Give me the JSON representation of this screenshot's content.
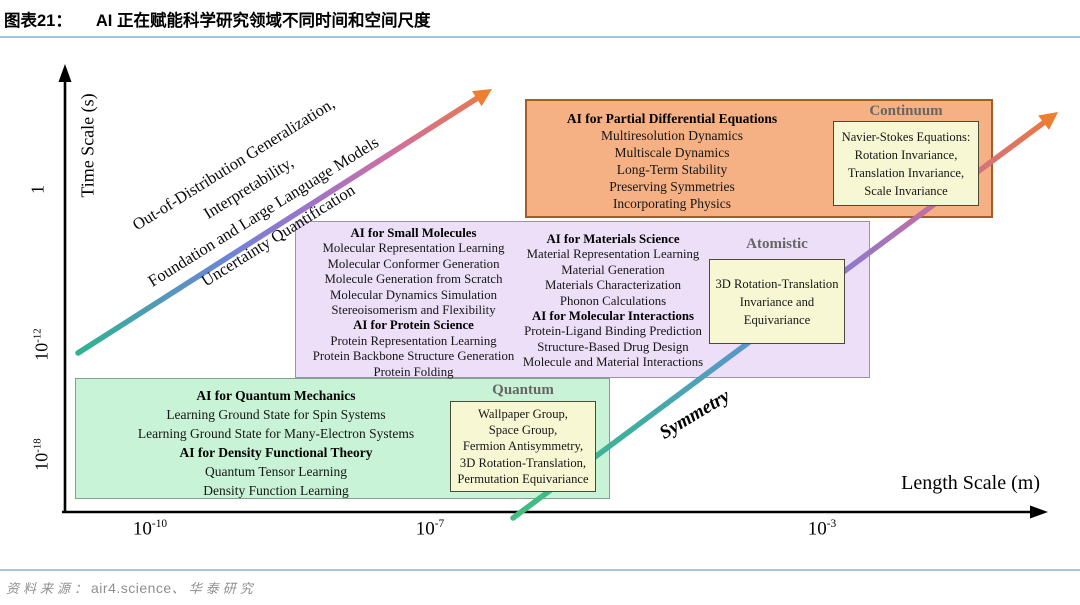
{
  "header": {
    "figure_label": "图表21：",
    "title": "AI 正在赋能科学研究领域不同时间和空间尺度"
  },
  "footer": {
    "source_label": "资料来源：",
    "source_site": "air4.science",
    "separator": "、",
    "source_org": "华泰研究"
  },
  "chart_data": {
    "type": "diagram",
    "title": "AI 正在赋能科学研究领域不同时间和空间尺度",
    "x_axis": {
      "label": "Length Scale (m)",
      "scale": "log",
      "ticks": [
        {
          "base": "10",
          "exp": "-10"
        },
        {
          "base": "10",
          "exp": "-7"
        },
        {
          "base": "10",
          "exp": "-3"
        }
      ]
    },
    "y_axis": {
      "label": "Time Scale (s)",
      "scale": "log",
      "ticks": [
        {
          "base": "1",
          "exp": ""
        },
        {
          "base": "10",
          "exp": "-12"
        },
        {
          "base": "10",
          "exp": "-18"
        }
      ]
    },
    "arrow_annotation_lines": [
      "Out-of-Distribution Generalization,",
      "Interpretability,",
      "Foundation and Large Language Models",
      "Uncertainty Quantification"
    ],
    "symmetry_arrow_label": "Symmetry",
    "zones": {
      "quantum": {
        "label": "Quantum",
        "groups": [
          {
            "heading": "AI for Quantum Mechanics",
            "items": [
              "Learning Ground State for Spin Systems",
              "Learning Ground State for Many-Electron Systems"
            ]
          },
          {
            "heading": "AI for Density Functional Theory",
            "items": [
              "Quantum Tensor Learning",
              "Density Function Learning"
            ]
          }
        ],
        "symmetry_items": [
          "Wallpaper Group,",
          "Space Group,",
          "Fermion Antisymmetry,",
          "3D Rotation-Translation,",
          "Permutation Equivariance"
        ]
      },
      "atomistic": {
        "label": "Atomistic",
        "column1": [
          {
            "heading": "AI for Small Molecules",
            "items": [
              "Molecular Representation Learning",
              "Molecular Conformer Generation",
              "Molecule Generation from Scratch",
              "Molecular Dynamics Simulation",
              "Stereoisomerism and Flexibility"
            ]
          },
          {
            "heading": "AI for Protein Science",
            "items": [
              "Protein Representation Learning",
              "Protein Backbone Structure Generation",
              "Protein Folding"
            ]
          }
        ],
        "column2": [
          {
            "heading": "AI for Materials Science",
            "items": [
              "Material Representation Learning",
              "Material Generation",
              "Materials Characterization",
              "Phonon Calculations"
            ]
          },
          {
            "heading": "AI for Molecular Interactions",
            "items": [
              "Protein-Ligand Binding Prediction",
              "Structure-Based Drug Design",
              "Molecule and Material Interactions"
            ]
          }
        ],
        "symmetry_items": [
          "3D Rotation-Translation",
          "Invariance and",
          "Equivariance"
        ]
      },
      "continuum": {
        "label": "Continuum",
        "groups": [
          {
            "heading": "AI for Partial Differential Equations",
            "items": [
              "Multiresolution Dynamics",
              "Multiscale Dynamics",
              "Long-Term Stability",
              "Preserving Symmetries",
              "Incorporating Physics"
            ]
          }
        ],
        "symmetry_items": [
          "Navier-Stokes Equations:",
          "Rotation Invariance,",
          "Translation Invariance,",
          "Scale Invariance"
        ]
      }
    },
    "colors": {
      "quantum_fill": "#c9f3d7",
      "atomistic_fill": "#ecdff7",
      "continuum_fill": "#f5b183",
      "symmetry_box_fill": "#f7f7d3",
      "zone_label_text": "#666666",
      "accent_rule": "#a8c4dc",
      "arrow_head": "#ed7d31",
      "upper_arrow_gradient": [
        "#2fb391",
        "#6b85d6",
        "#9b74cb",
        "#cc6fa4",
        "#ea7a46"
      ],
      "lower_arrow_gradient": [
        "#44bd80",
        "#3fae9f",
        "#5e93d1",
        "#9178cb",
        "#cc6d96",
        "#ec7b3c"
      ]
    }
  }
}
